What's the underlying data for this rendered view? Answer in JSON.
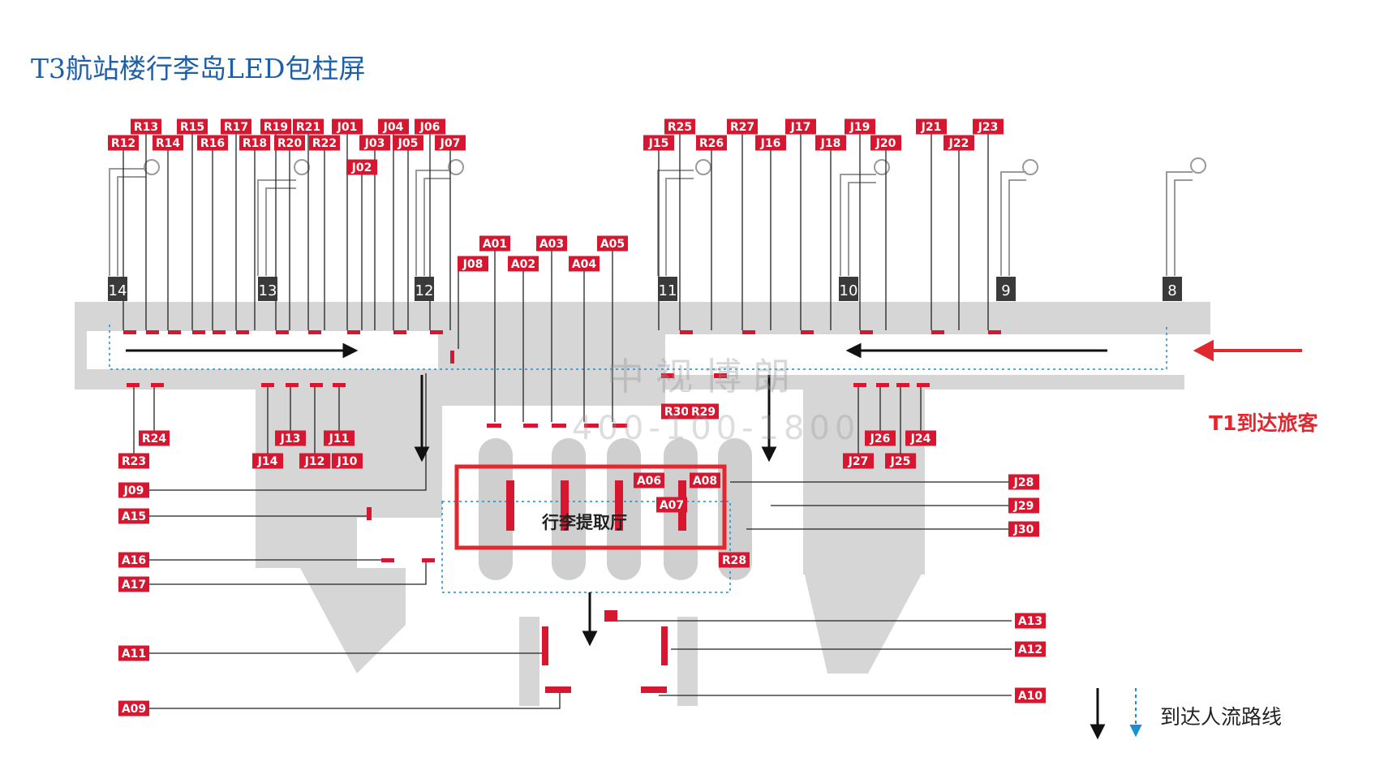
{
  "title": "T3航站楼行李岛LED包柱屏",
  "t1_label": "T1到达旅客",
  "hall_label": "行李提取厅",
  "legend_label": "到达人流路线",
  "watermark": {
    "name": "中视博朗",
    "phone": "400-100-1800"
  },
  "gates": [
    "14",
    "13",
    "12",
    "11",
    "10",
    "9",
    "8"
  ],
  "tags": [
    "R13",
    "R15",
    "R17",
    "R19",
    "R21",
    "J01",
    "J04",
    "J06",
    "R12",
    "R14",
    "R16",
    "R18",
    "R20",
    "R22",
    "J03",
    "J05",
    "J07",
    "J02",
    "R25",
    "R27",
    "J17",
    "J19",
    "J21",
    "J23",
    "J15",
    "R26",
    "J16",
    "J18",
    "J20",
    "J22",
    "A01",
    "A03",
    "A05",
    "J08",
    "A02",
    "A04",
    "R24",
    "R23",
    "J13",
    "J11",
    "J14",
    "J12",
    "J10",
    "J26",
    "J24",
    "J27",
    "J25",
    "J09",
    "A15",
    "A16",
    "A17",
    "A11",
    "A09",
    "J28",
    "J29",
    "J30",
    "R28",
    "A13",
    "A12",
    "A10",
    "A06",
    "A08",
    "A07",
    "R30",
    "R29"
  ],
  "colors": {
    "tag": "#d7172f",
    "title": "#1f5fa8",
    "floor": "#d4d4d4",
    "flow": "#1a8fd0",
    "highlight": "#e0282e"
  }
}
